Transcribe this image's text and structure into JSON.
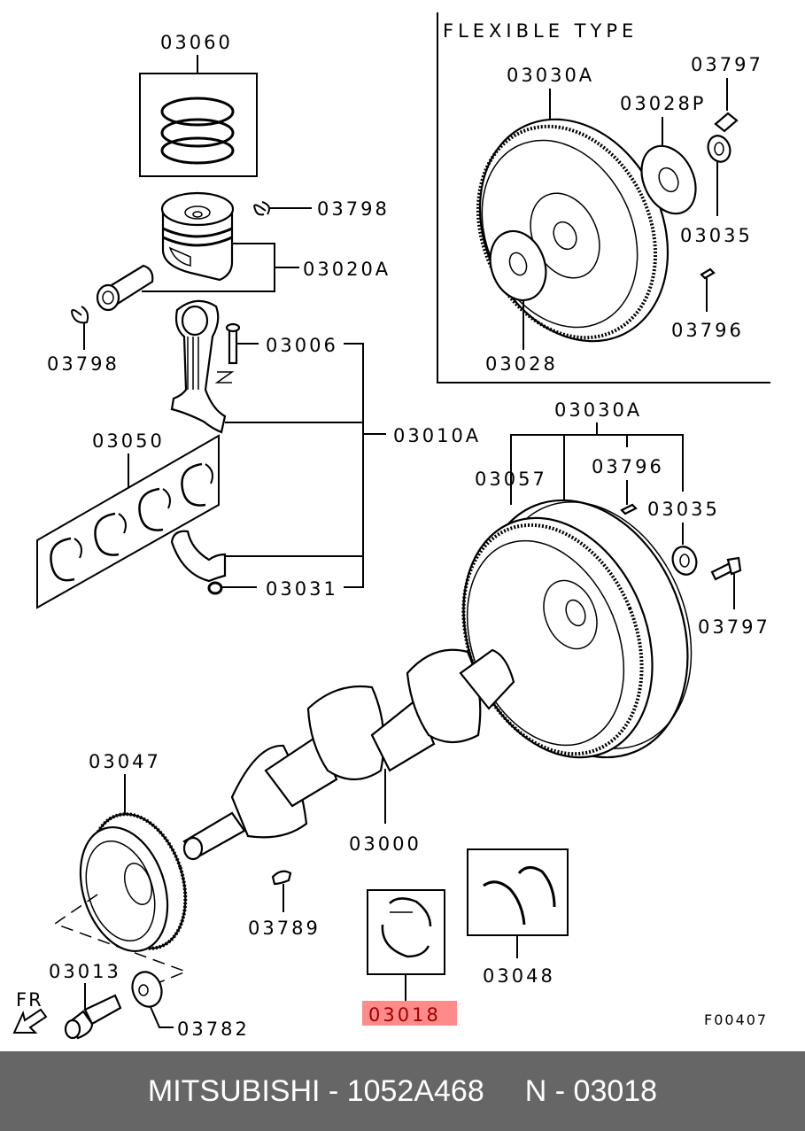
{
  "diagram": {
    "inset_title": "FLEXIBLE TYPE",
    "drawing_code": "F00407",
    "direction_label": "FR",
    "highlight_color": "#ff8a8a",
    "callouts": {
      "piston_rings": "03060",
      "snap_ring_top": "03798",
      "piston": "03020A",
      "snap_ring_left": "03798",
      "conrod_bolt": "03006",
      "conrod_assy": "03010A",
      "conrod_bearing_set": "03050",
      "conrod_nut": "03031",
      "flex_flywheel": "03030A",
      "flex_plate": "03028P",
      "flex_bolt": "03797",
      "flex_bearing": "03035",
      "flex_pin": "03796",
      "flex_adapter": "03028",
      "flywheel_assy": "03030A",
      "ring_gear": "03057",
      "flywheel_pin": "03796",
      "flywheel_bearing": "03035",
      "flywheel_bolt": "03797",
      "crank_pulley": "03047",
      "crankshaft": "03000",
      "woodruff_key": "03789",
      "pulley_bolt": "03013",
      "pulley_washer": "03782",
      "main_bearing": "03018",
      "thrust_bearing": "03048"
    }
  },
  "footer": {
    "brand": "MITSUBISHI",
    "separator": "-",
    "part_number": "1052A468",
    "ref_prefix": "N",
    "ref_number": "03018"
  }
}
